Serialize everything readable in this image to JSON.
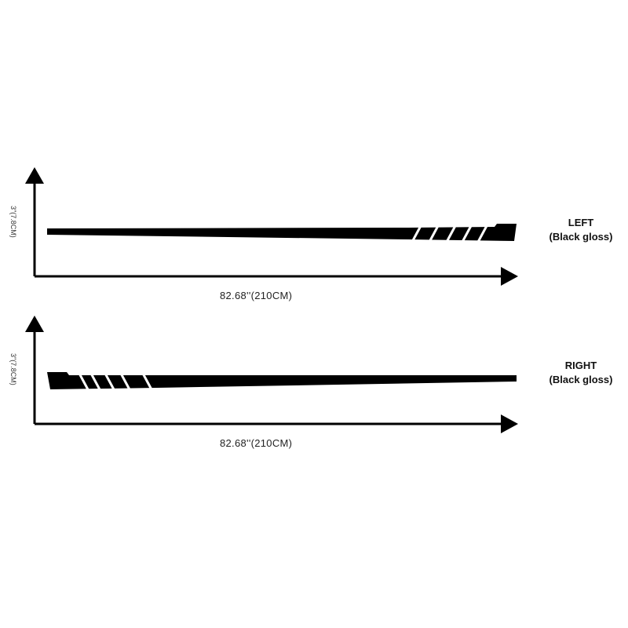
{
  "diagrams": [
    {
      "name": "LEFT",
      "finish": "(Black gloss)",
      "height_label": "3\"(7.8CM)",
      "length_label": "82.68''(210CM)"
    },
    {
      "name": "RIGHT",
      "finish": "(Black gloss)",
      "height_label": "3\"(7.8CM)",
      "length_label": "82.68''(210CM)"
    }
  ],
  "colors": {
    "stripe": "#000000",
    "background": "#ffffff"
  }
}
